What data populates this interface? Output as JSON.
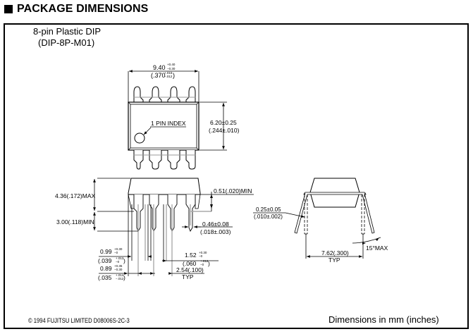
{
  "heading": {
    "icon": "black-square-icon",
    "title": "PACKAGE DIMENSIONS"
  },
  "package": {
    "name": "8-pin Plastic DIP",
    "code": "(DIP-8P-M01)"
  },
  "top_view": {
    "pin_index_label": "1 PIN INDEX",
    "length": {
      "nominal": "9.40",
      "tol_plus": "+0.40",
      "tol_minus": "−0.30",
      "inch_nominal": ".370",
      "inch_plus": "+.016",
      "inch_minus": "−.012"
    },
    "width": {
      "mm": "6.20±0.25",
      "inch": "(.244±.010)"
    }
  },
  "side_view": {
    "height_max": "4.36(.172)MAX",
    "lead_length_min": "3.00(.118)MIN",
    "standoff_min": "0.51(.020)MIN",
    "lead_width": {
      "mm": "0.46±0.08",
      "inch": "(.018±.003)"
    },
    "shoulder_a": {
      "nominal": "0.99",
      "tol_plus": "+0.30",
      "tol_minus": "−0",
      "inch_nominal": ".039",
      "inch_plus": "+.012",
      "inch_minus": "−0"
    },
    "shoulder_b": {
      "nominal": "0.89",
      "tol_plus": "+0.35",
      "tol_minus": "−0.30",
      "inch_nominal": ".035",
      "inch_plus": "+.014",
      "inch_minus": "−.012"
    },
    "shoulder_c": {
      "nominal": "1.52",
      "tol_plus": "+0.30",
      "tol_minus": "−0",
      "inch_nominal": ".060",
      "inch_plus": "+.012",
      "inch_minus": "−0"
    },
    "pitch": "2.54(.100)",
    "pitch_note": "TYP"
  },
  "end_view": {
    "lead_thickness": {
      "mm": "0.25±0.05",
      "inch": "(.010±.002)"
    },
    "row_spacing": "7.62(.300)",
    "row_spacing_note": "TYP",
    "lead_angle": "15°MAX"
  },
  "footer": {
    "copyright": "© 1994 FUJITSU LIMITED D08006S-2C-3",
    "units_note": "Dimensions in mm (inches)"
  }
}
